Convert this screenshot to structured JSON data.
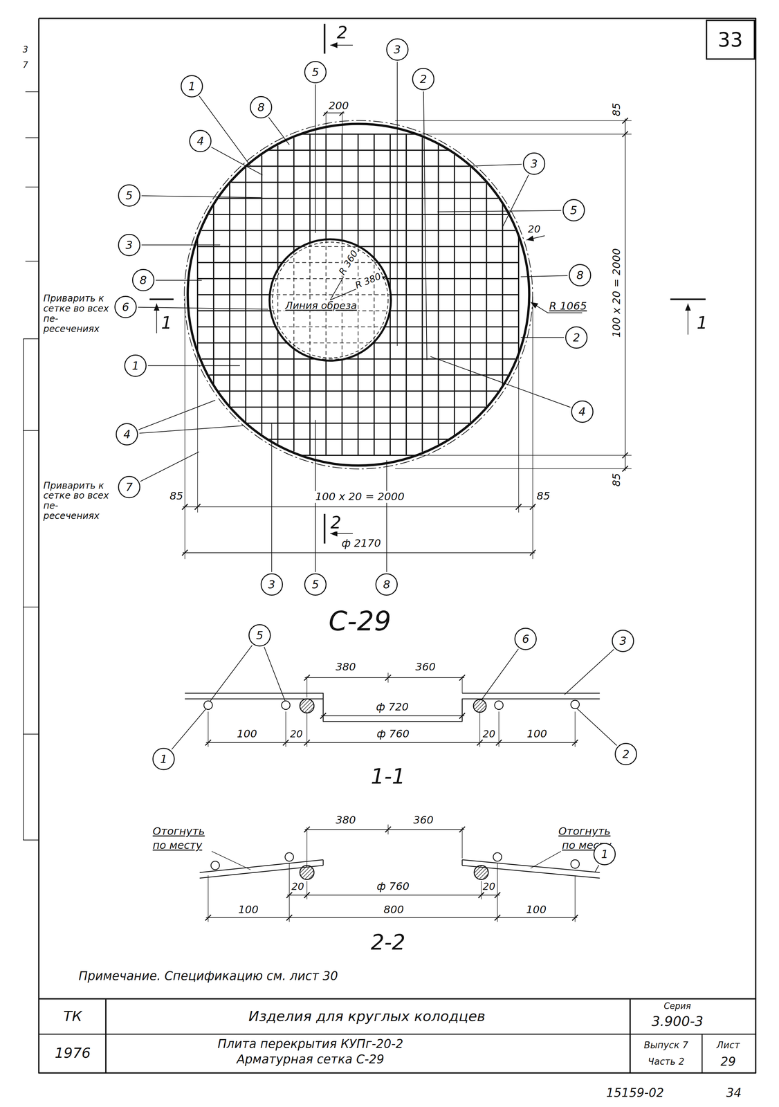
{
  "diagram": {
    "nodes": [
      {
        "text": [
          "33"
        ]
      },
      {
        "text": [
          "3"
        ]
      },
      {
        "text": [
          "5"
        ]
      },
      {
        "text": [
          "2"
        ]
      },
      {
        "text": [
          "1"
        ]
      },
      {
        "text": [
          "8"
        ]
      },
      {
        "text": [
          "4"
        ]
      },
      {
        "text": [
          "3"
        ]
      },
      {
        "text": [
          "5"
        ]
      },
      {
        "text": [
          "5"
        ]
      },
      {
        "text": [
          "3"
        ]
      },
      {
        "text": [
          "8"
        ]
      },
      {
        "text": [
          "8"
        ]
      },
      {
        "text": [
          "6"
        ]
      },
      {
        "text": [
          "2"
        ]
      },
      {
        "text": [
          "1"
        ]
      },
      {
        "text": [
          "4"
        ]
      },
      {
        "text": [
          "4"
        ]
      },
      {
        "text": [
          "7"
        ]
      },
      {
        "text": [
          "3"
        ]
      },
      {
        "text": [
          "5"
        ]
      },
      {
        "text": [
          "8"
        ]
      },
      {
        "text": [
          "5"
        ]
      },
      {
        "text": [
          "6"
        ]
      },
      {
        "text": [
          "3"
        ]
      },
      {
        "text": [
          "2"
        ]
      },
      {
        "text": [
          "1"
        ]
      },
      {
        "text": [
          "1"
        ]
      }
    ],
    "labels": [
      "2",
      "200",
      "20",
      "R 360",
      "R 380",
      "Линия обреза",
      "R 1065",
      "85",
      "100 x 20 = 2000",
      "85",
      "1",
      "1",
      "Приварить к сетке во всех пе- ресечениях",
      "Приварить к сетке во всех пе- ресечениях",
      "85",
      "100 x 20 = 2000",
      "85",
      "2",
      "ф 2170",
      "С-29",
      "380",
      "360",
      "ф 720",
      "100",
      "20",
      "ф 760",
      "20",
      "100",
      "1-1",
      "Отогнуть",
      "по месту",
      "Отогнуть",
      "по месту",
      "380",
      "360",
      "ф 760",
      "20",
      "20",
      "100",
      "800",
      "100",
      "2-2",
      "Примечание. Спецификацию см. лист 30",
      "ТК",
      "1976",
      "Изделия для круглых колодцев",
      "Плита перекрытия КУПг-20-2",
      "Арматурная сетка С-29",
      "Серия",
      "3.900-3",
      "Выпуск 7",
      "Часть 2",
      "Лист",
      "29",
      "15159-02",
      "34",
      "3",
      "7"
    ]
  }
}
